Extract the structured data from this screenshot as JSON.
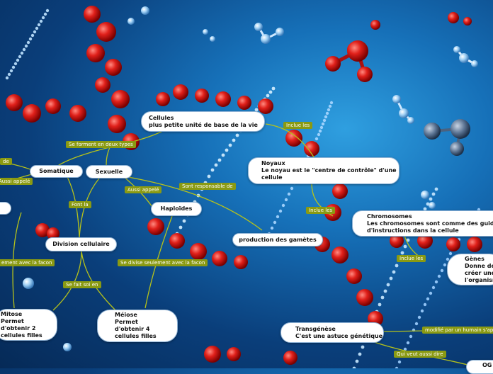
{
  "nodes": {
    "cellules": {
      "title": "Cellules",
      "text": "plus petite unité de base de la vie"
    },
    "somatique": {
      "title": "Somatique"
    },
    "sexuelle": {
      "title": "Sexuelle"
    },
    "haploides": {
      "title": "Haploïdes"
    },
    "noyaux": {
      "title": "Noyaux",
      "text1": "Le noyau est le \"centre de contrôle\" d'une",
      "text2": "cellule"
    },
    "production": {
      "title": "production des gamètes"
    },
    "chromosomes": {
      "title": "Chromosomes",
      "text1": "Les chromosomes sont comme des guides",
      "text2": "d'instructions dans la cellule"
    },
    "division": {
      "title": "Division cellulaire"
    },
    "genes": {
      "title": "Gènes",
      "text1": "Donne des",
      "text2": "créer une c",
      "text3": "l'organism"
    },
    "mitose": {
      "title": "Mitose",
      "text1": "Permet",
      "text2": "d'obtenir 2",
      "text3": "cellules filles"
    },
    "meiose": {
      "title": "Méiose",
      "text1": "Permet",
      "text2": "d'obtenir 4",
      "text3": "cellules filles"
    },
    "transgenese": {
      "title": "Transgénèse",
      "text": "C'est une astuce génétique"
    },
    "corner": {
      "title": "OG"
    }
  },
  "links": {
    "se_forment": "Se forment en deux types",
    "inclue_les_1": "Inclue les",
    "de": "de",
    "aussi_appele_1": "Aussi appelé",
    "aussi_appele_2": "Aussi appelé",
    "sont_responsable": "Sont responsable de",
    "inclue_les_2": "Inclue les",
    "font_la": "Font la",
    "inclue_les_3": "Inclue les",
    "divise_avec_la_facon": "ement avec la facon",
    "divise_seulement": "Se divise seulement avec la facon",
    "se_fait_soi": "Se fait soi en",
    "modifie": "modifié par un humain s'appe",
    "qui_veut_aussi_dire": "Qui veut aussi dire"
  }
}
